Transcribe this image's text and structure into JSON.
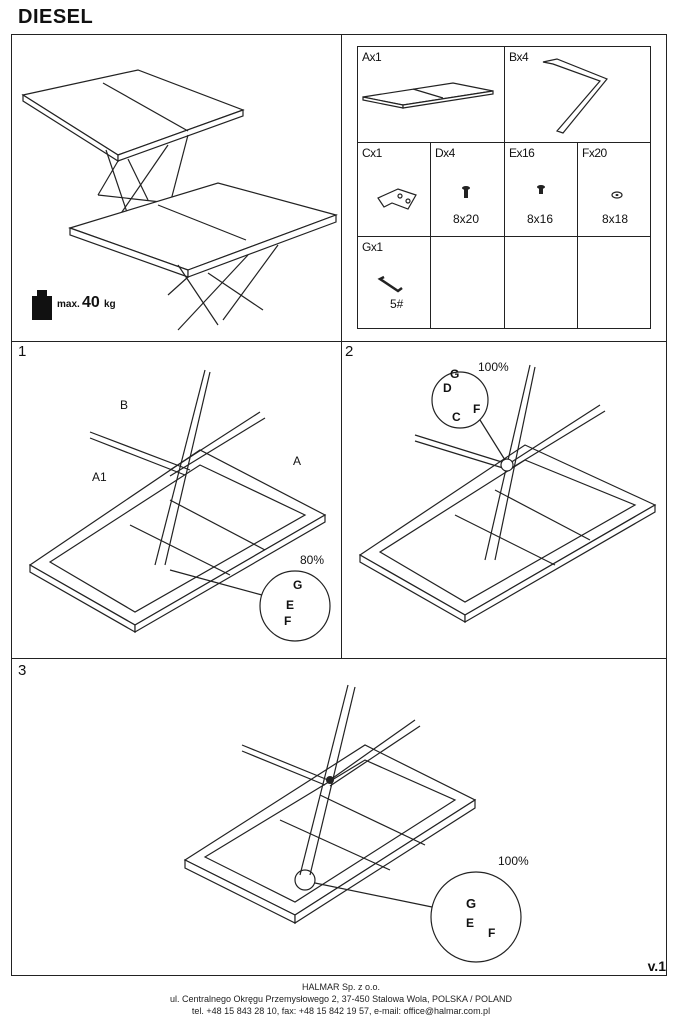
{
  "title": "DIESEL",
  "load": {
    "prefix": "max.",
    "value": "40",
    "unit": "kg"
  },
  "parts": [
    {
      "label": "Ax1",
      "size": ""
    },
    {
      "label": "Bx4",
      "size": ""
    },
    {
      "label": "Cx1",
      "size": ""
    },
    {
      "label": "Dx4",
      "size": "8x20"
    },
    {
      "label": "Ex16",
      "size": "8x16"
    },
    {
      "label": "Fx20",
      "size": "8x18"
    },
    {
      "label": "Gx1",
      "size": "5#"
    }
  ],
  "steps": [
    {
      "number": "1",
      "labels": [
        "B",
        "A",
        "A1"
      ],
      "zoom": "80%",
      "detail": [
        "G",
        "E",
        "F"
      ]
    },
    {
      "number": "2",
      "zoom": "100%",
      "detail": [
        "G",
        "D",
        "C",
        "F"
      ]
    },
    {
      "number": "3",
      "zoom": "100%",
      "detail": [
        "G",
        "E",
        "F"
      ]
    }
  ],
  "version": "v.1",
  "footer": {
    "company": "HALMAR Sp. z o.o.",
    "address": "ul. Centralnego Okręgu Przemysłowego 2, 37-450 Stalowa Wola, POLSKA / POLAND",
    "contact": "tel. +48 15 843 28 10, fax: +48 15 842 19 57, e-mail: office@halmar.com.pl"
  }
}
